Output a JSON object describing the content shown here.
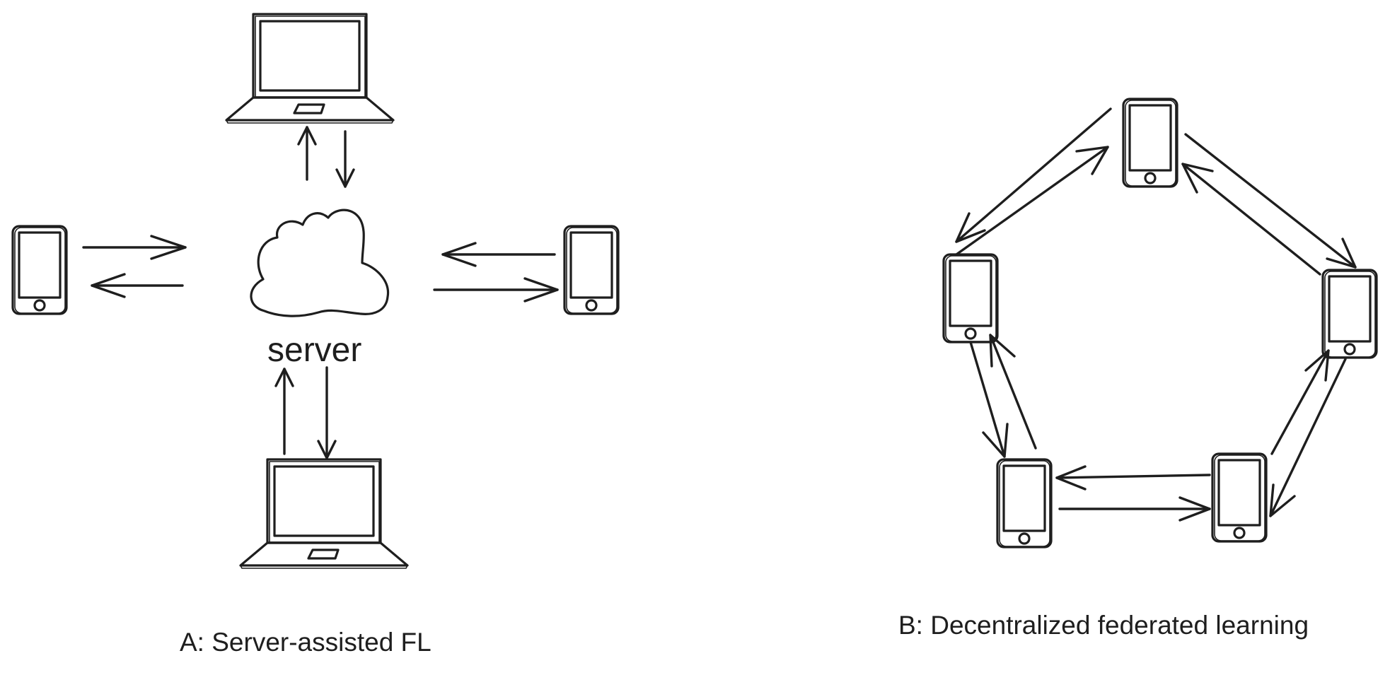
{
  "labels": {
    "server": "server",
    "caption_a": "A: Server-assisted FL",
    "caption_b": "B: Decentralized federated learning"
  },
  "colors": {
    "stroke": "#1e1e1e",
    "device_fill": "#ced4da",
    "screen_fill": "#ffffff"
  },
  "icons": [
    "laptop-icon",
    "phone-icon",
    "cloud-icon"
  ]
}
